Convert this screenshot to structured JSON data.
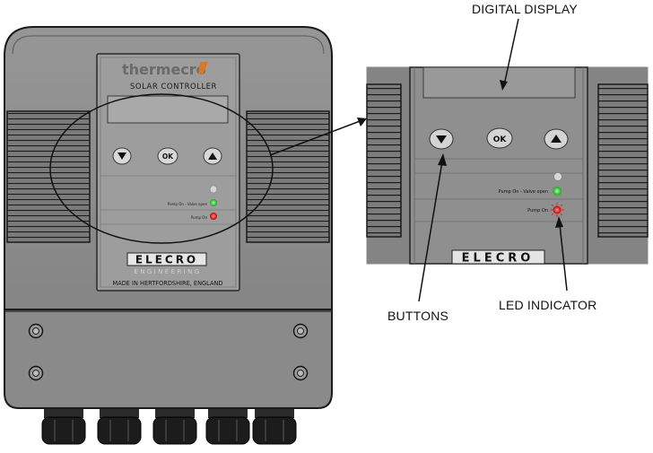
{
  "labels": {
    "digital_display": "DIGITAL DISPLAY",
    "buttons": "BUTTONS",
    "led_indicator": "LED INDICATOR"
  },
  "panel": {
    "brand_logo": "thermecro",
    "product": "SOLAR CONTROLLER",
    "maker_top": "ELECRO",
    "maker_bottom": "ENGINEERING",
    "made_in": "MADE IN HERTFORDSHIRE, ENGLAND",
    "btn_ok": "OK",
    "led_label_green": "Pump On - Valve open",
    "led_label_red": "Pump On"
  },
  "zoom": {
    "btn_ok": "OK",
    "maker": "ELECRO",
    "led_label_green": "Pump On - Valve open",
    "led_label_red": "Pump On"
  },
  "icons": [
    "arrow-down-icon",
    "arrow-up-icon",
    "gland-icon",
    "screw-icon"
  ],
  "colors": {
    "housing": "#8c8c8c",
    "housing_dark": "#6f6f6f",
    "faceplate": "#9a9a9a",
    "led_green": "#37c837",
    "led_red": "#e01e1e",
    "led_off": "#d6d6d6",
    "logo_orange": "#d67a2a"
  }
}
